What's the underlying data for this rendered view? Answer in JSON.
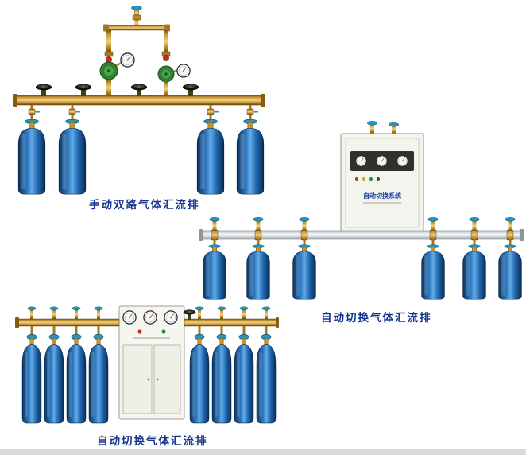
{
  "page": {
    "background": "#ffffff"
  },
  "products": [
    {
      "label": "手动双路气体汇流排",
      "cylinder_count": 4
    },
    {
      "label": "自动切换气体汇流排",
      "cylinder_count": 6,
      "cabinet_panel_text": "自动切换系统"
    },
    {
      "label": "自动切换气体汇流排",
      "cylinder_count": 8
    }
  ],
  "colors": {
    "caption_text": "#16338f",
    "cylinder_blue": "#2f7cc4",
    "brass_pipe": "#c99a33",
    "silver_pipe": "#dfe4e8",
    "valve_knob_teal": "#2596c4",
    "regulator_green": "#2f8132",
    "gauge_face": "#f7f7f5"
  }
}
